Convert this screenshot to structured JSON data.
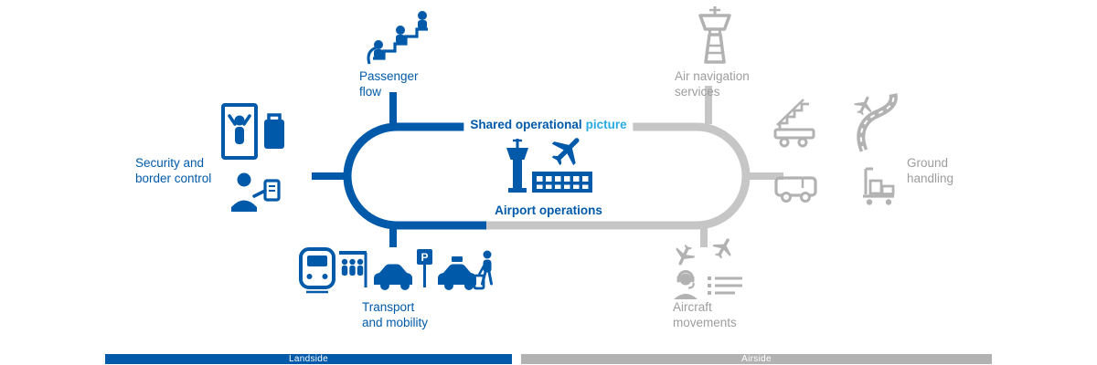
{
  "colors": {
    "blue": "#005AA9",
    "cyan": "#29ABE2",
    "icon_gray": "#B2B2B2",
    "ring_gray": "#C6C6C6",
    "text_gray": "#9D9D9C"
  },
  "ring": {
    "heading_primary": "Shared operational",
    "heading_accent": "picture"
  },
  "center": {
    "label": "Airport operations"
  },
  "nodes": {
    "passenger_flow": {
      "line1": "Passenger",
      "line2": "flow"
    },
    "security_border_control": {
      "line1": "Security and",
      "line2": "border control"
    },
    "transport_mobility": {
      "line1": "Transport",
      "line2": "and mobility",
      "parking_letter": "P"
    },
    "air_navigation_services": {
      "line1": "Air navigation",
      "line2": "services"
    },
    "ground_handling": {
      "line1": "Ground",
      "line2": "handling"
    },
    "aircraft_movements": {
      "line1": "Aircraft",
      "line2": "movements"
    }
  },
  "legend": {
    "landside": "Landside",
    "airside": "Airside"
  }
}
